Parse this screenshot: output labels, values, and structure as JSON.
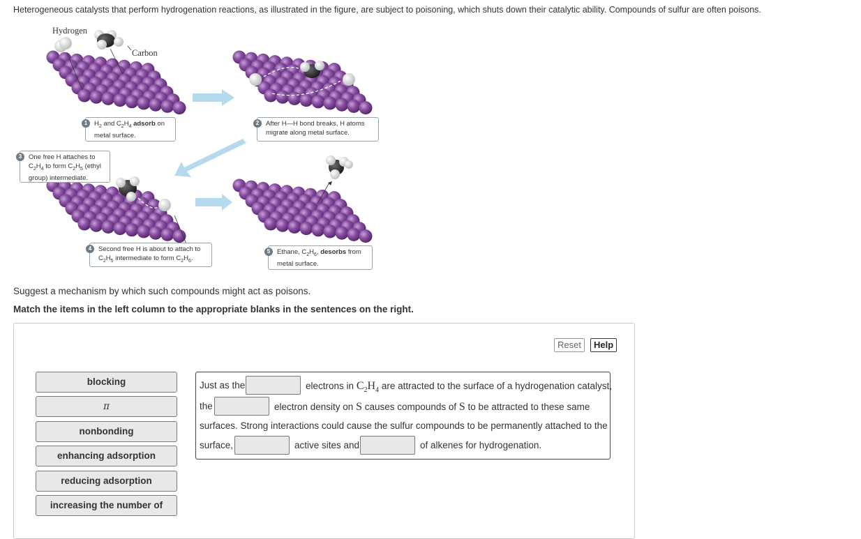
{
  "intro": "Heterogeneous catalysts that perform hydrogenation reactions, as illustrated in the figure, are subject to poisoning, which shuts down their catalytic ability. Compounds of sulfur are often poisons.",
  "figure": {
    "label_hydrogen": "Hydrogen",
    "label_carbon": "Carbon",
    "steps": [
      {
        "num": "1",
        "line1_a": "H",
        "line1_b": " and C",
        "line1_c": "H",
        "line1_d": " adsorb",
        "line1_e": " on",
        "line2": "metal surface."
      },
      {
        "num": "2",
        "line1": "After H—H bond breaks, H atoms",
        "line2": "migrate along metal surface."
      },
      {
        "num": "3",
        "line1": "One free H attaches to",
        "line2_a": "C",
        "line2_b": "H",
        "line2_c": " to form C",
        "line2_d": "H",
        "line2_e": " (ethyl",
        "line3": "group) intermediate."
      },
      {
        "num": "4",
        "line1": "Second free H is about to attach to",
        "line2_a": "C",
        "line2_b": "H",
        "line2_c": " intermediate to form C",
        "line2_d": "H",
        "line2_e": "."
      },
      {
        "num": "5",
        "line1_a": "Ethane, C",
        "line1_b": "H",
        "line1_c": ", ",
        "line1_d": "desorbs",
        "line1_e": " from",
        "line2": "metal surface."
      }
    ]
  },
  "question": "Suggest a mechanism by which such compounds might act as poisons.",
  "instruction": "Match the items in the left column to the appropriate blanks in the sentences on the right.",
  "toolbar": {
    "reset": "Reset",
    "help": "Help"
  },
  "options": [
    "blocking",
    "π",
    "nonbonding",
    "enhancing adsorption",
    "reducing adsorption",
    "increasing the number of"
  ],
  "sentences": {
    "s1_a": "Just as the",
    "s1_b": "electrons in",
    "s1_chem_c": "C",
    "s1_chem_h": "H",
    "s1_sub2": "2",
    "s1_sub4": "4",
    "s1_c": "are attracted to the surface of a hydrogenation catalyst,",
    "s2_a": "the",
    "s2_b": "electron density on",
    "s2_s": "S",
    "s2_c": "causes compounds of",
    "s2_s2": "S",
    "s2_d": "to be attracted to these same",
    "s3": "surfaces. Strong interactions could cause the sulfur compounds to be permanently attached to the",
    "s4_a": "surface,",
    "s4_b": "active sites and",
    "s4_c": "of alkenes for hydrogenation."
  },
  "colors": {
    "sphere": "#8a4fa3",
    "arrow": "#a9d4ea",
    "chip_bg": "#e8e8e8"
  }
}
